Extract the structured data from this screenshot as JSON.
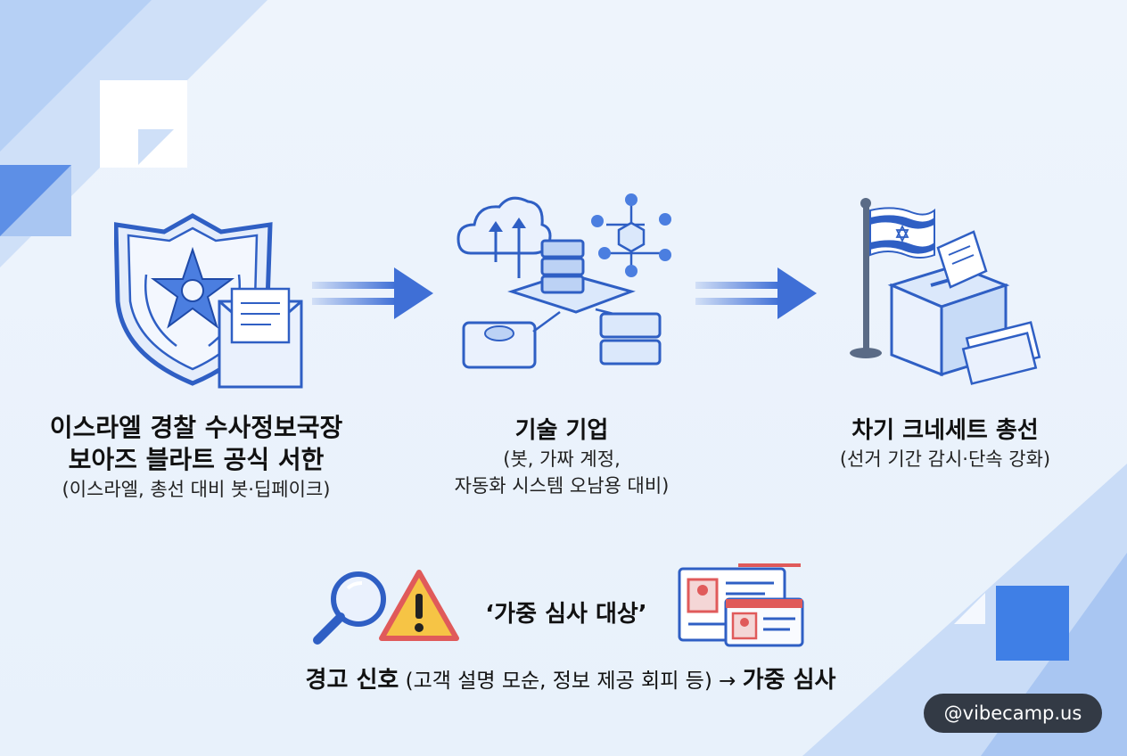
{
  "steps": [
    {
      "icon": "police-badge-envelope-icon",
      "title_line1": "이스라엘 경찰 수사정보국장",
      "title_line2": "보아즈 블라트 공식 서한",
      "sub_line1": "(이스라엘, 총선 대비 봇·딥페이크)"
    },
    {
      "icon": "cloud-server-network-icon",
      "title_line1": "기술 기업",
      "sub_line1": "(봇, 가짜 계정,",
      "sub_line2": "자동화 시스템 오남용 대비)"
    },
    {
      "icon": "israel-flag-ballot-box-icon",
      "title_line1": "차기 크네세트 총선",
      "sub_line1": "(선거 기간 감시·단속 강화)"
    }
  ],
  "flag_label": "‘가중 심사 대상’",
  "warning": {
    "bold_prefix": "경고 신호",
    "detail": " (고객 설명 모순, 정보 제공 회피 등) → ",
    "bold_suffix": "가중 심사"
  },
  "watermark": "@vibecamp.us",
  "colors": {
    "accent": "#3f6fd6",
    "light_blue": "#dbe8fb",
    "warning_yellow": "#f6c445",
    "warning_red": "#e05a5a"
  }
}
